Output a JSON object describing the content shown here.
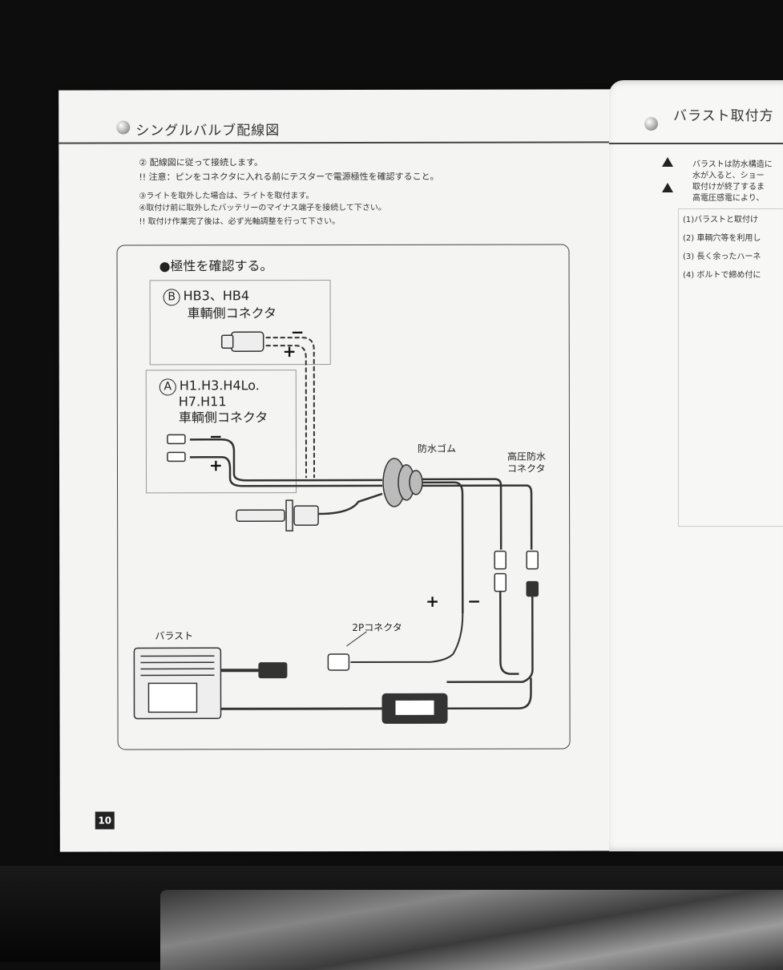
{
  "left_page": {
    "title": "シングルバルブ配線図",
    "instructions": [
      "② 配線図に従って接続します。",
      "!! 注意：ピンをコネクタに入れる前にテスターで電源極性を確認すること。",
      "③ライトを取外した場合は、ライトを取付ます。",
      "④取付け前に取外したバッテリーのマイナス端子を接続して下さい。",
      "!! 取付け作業完了後は、必ず光軸調整を行って下さい。"
    ],
    "diagram": {
      "polarity_heading": "●極性を確認する。",
      "connector_b": {
        "mark": "B",
        "models": "HB3、HB4",
        "label": "車輌側コネクタ"
      },
      "connector_a": {
        "mark": "A",
        "models_line1": "H1.H3.H4Lo.",
        "models_line2": "H7.H11",
        "label": "車輌側コネクタ"
      },
      "waterproof_rubber": "防水ゴム",
      "hv_connector_line1": "高圧防水",
      "hv_connector_line2": "コネクタ",
      "two_pin_connector": "2Pコネクタ",
      "ballast": "バラスト",
      "plus": "+",
      "minus": "−"
    },
    "page_number": "10"
  },
  "right_page": {
    "title": "バラスト取付方",
    "warnings": [
      "バラストは防水構造に",
      "水が入ると、ショー",
      "取付けが終了するま",
      "高電圧感電により、"
    ],
    "steps": [
      "(1)バラストと取付け",
      "(2) 車輌穴等を利用し",
      "(3) 長く余ったハーネ",
      "(4) ボルトで締め付に"
    ]
  }
}
